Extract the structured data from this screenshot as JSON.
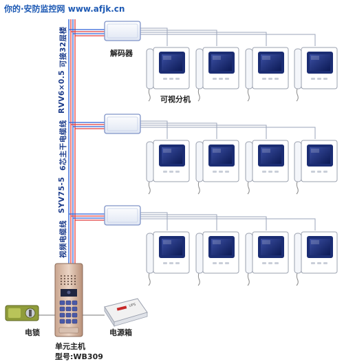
{
  "watermark": "你的·安防监控网 www.afjk.cn",
  "decoder_label": "解码器",
  "indoor_unit_label": "可视分机",
  "cable_labels": {
    "floors": "可接32层楼",
    "power_cable": "RVV6×0.5",
    "power_cable_desc": "6芯主干电缆线",
    "video_cable": "SYV75-5",
    "video_cable_desc": "视频电缆线"
  },
  "lock_label": "电锁",
  "power_box_label": "电源箱",
  "power_box_mark": "UPS",
  "main_unit_label": "单元主机",
  "main_unit_model": "型号:WB309",
  "floors_count": 3,
  "units_per_floor": 4,
  "colors": {
    "trunk_blue": "#2a5fd6",
    "trunk_red": "#e03a3a",
    "bus_gray": "#9aa3b8",
    "screen_frame": "#1b2d73",
    "device_body": "#ffffff"
  }
}
